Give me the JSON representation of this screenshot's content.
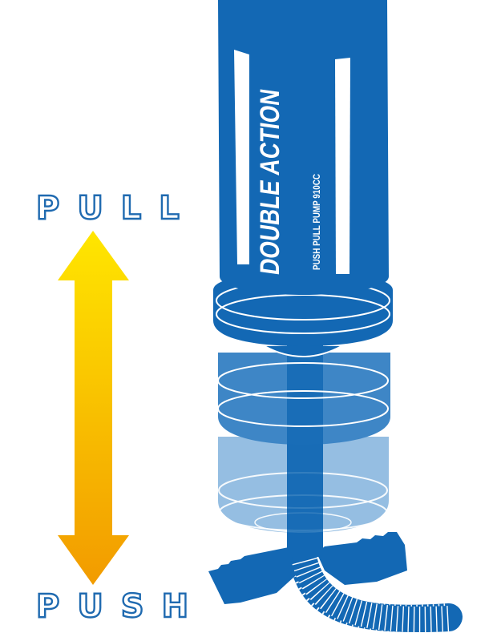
{
  "labels": {
    "pull": "PULL",
    "push": "PUSH"
  },
  "pump": {
    "title": "DOUBLE ACTION",
    "subtitle": "PUSH PULL PUMP 910CC"
  },
  "colors": {
    "pump_blue": "#1368b4",
    "pump_mid_blue": "#3e86c6",
    "pump_light_blue": "#8ab6dd",
    "label_outline": "#1f6ab0",
    "arrow_top": "#ffe600",
    "arrow_bottom": "#f29b00"
  },
  "icons": {
    "arrow": "double-vertical-arrow-icon"
  }
}
